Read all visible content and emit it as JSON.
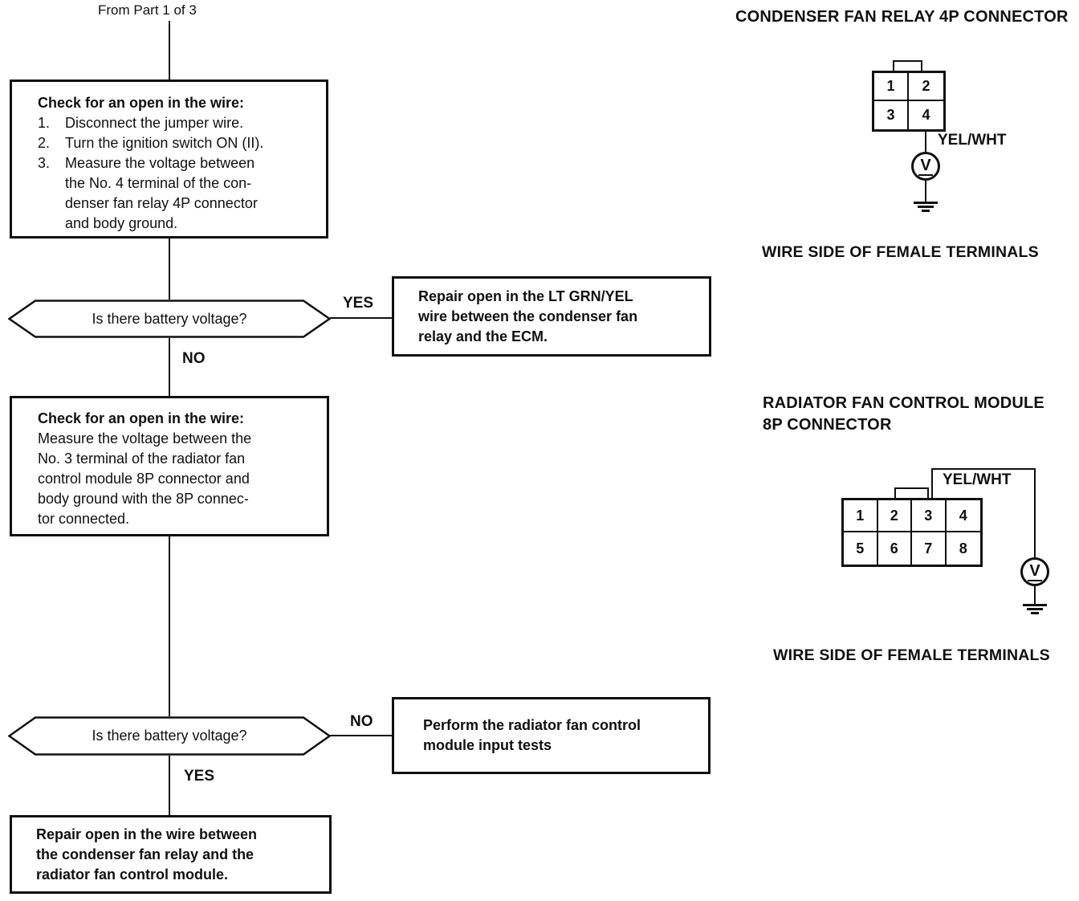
{
  "colors": {
    "ink": "#101010",
    "paper": "#ffffff"
  },
  "flow": {
    "from_label": "From Part 1 of 3",
    "step1": {
      "heading": "Check for an open in the wire:",
      "items": [
        {
          "num": "1.",
          "text": "Disconnect the jumper wire."
        },
        {
          "num": "2.",
          "text": "Turn the ignition switch ON (II)."
        },
        {
          "num": "3.",
          "text": "Measure the voltage between\nthe No. 4 terminal of the con-\ndenser fan relay 4P connector\nand body ground."
        }
      ]
    },
    "decision1": {
      "question": "Is there battery voltage?",
      "yes": "YES",
      "no": "NO"
    },
    "repair_ecm": "Repair open in the LT GRN/YEL\nwire between the condenser fan\nrelay and the ECM.",
    "step2": {
      "heading": "Check for an open in the wire:",
      "body": "Measure the voltage between the\nNo. 3 terminal of the radiator fan\ncontrol module 8P connector and\nbody ground with the 8P connec-\ntor connected."
    },
    "decision2": {
      "question": "Is there battery voltage?",
      "no": "NO",
      "yes": "YES"
    },
    "perform_tests": "Perform the radiator fan control\nmodule input tests",
    "repair_wire": "Repair open in the wire between\nthe condenser fan relay and the\nradiator fan control module."
  },
  "connectors": {
    "condenser": {
      "title": "CONDENSER FAN RELAY 4P CONNECTOR",
      "terminals": [
        "1",
        "2",
        "3",
        "4"
      ],
      "wire_label": "YEL/WHT",
      "meter_symbol": "V",
      "caption": "WIRE SIDE OF FEMALE TERMINALS"
    },
    "radiator": {
      "title": "RADIATOR FAN CONTROL MODULE\n8P CONNECTOR",
      "terminals": [
        "1",
        "2",
        "3",
        "4",
        "5",
        "6",
        "7",
        "8"
      ],
      "wire_label": "YEL/WHT",
      "meter_symbol": "V",
      "caption": "WIRE SIDE OF FEMALE TERMINALS"
    }
  }
}
